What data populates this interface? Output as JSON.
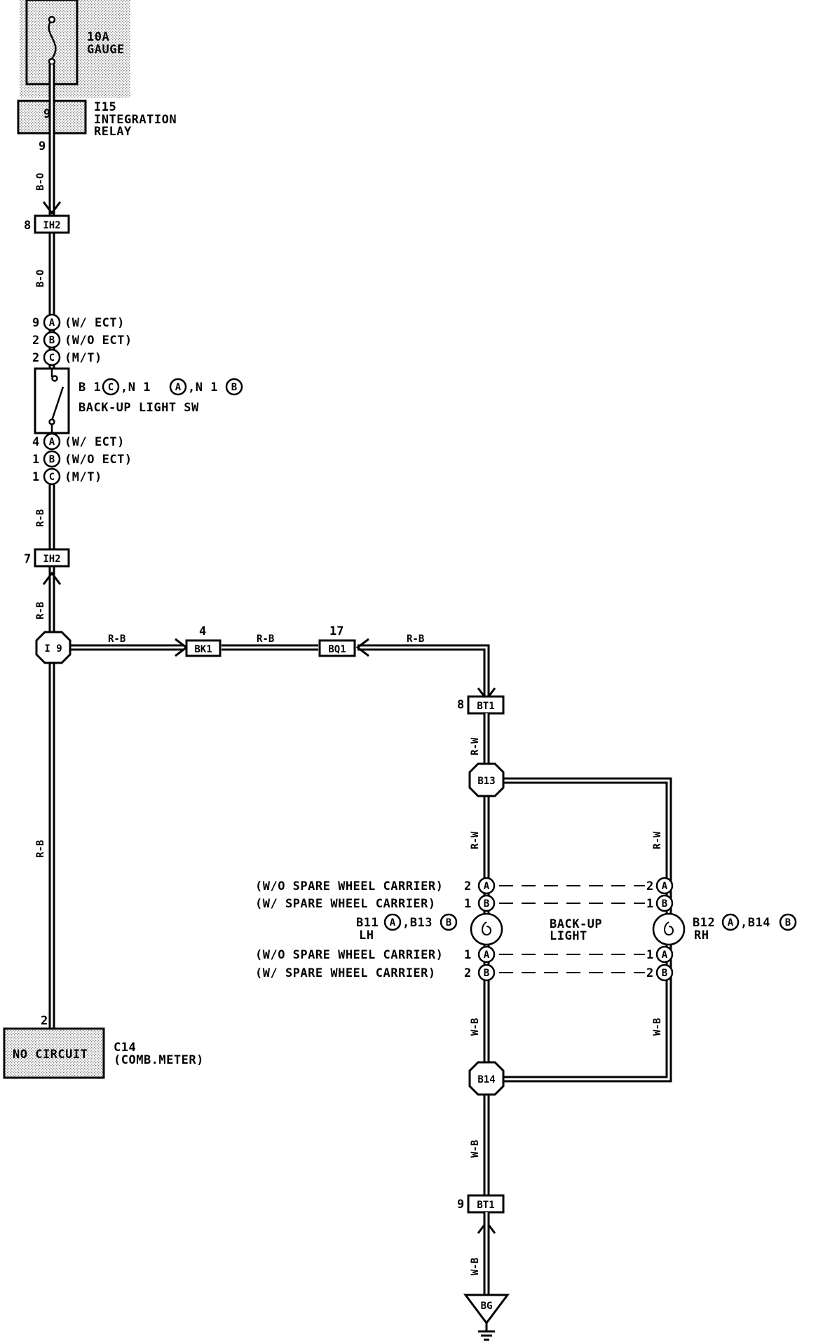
{
  "fuse": {
    "label1": "10A",
    "label2": "GAUGE"
  },
  "relay": {
    "pin": "9",
    "code": "I15",
    "name1": "INTEGRATION",
    "name2": "RELAY",
    "wire_pin": "9"
  },
  "wires": {
    "bo_1": "B-O",
    "bo_2": "B-O",
    "rb_1": "R-B",
    "rb_2": "R-B",
    "rb_3": "R-B",
    "rb_h1": "R-B",
    "rb_h2": "R-B",
    "rb_h3": "R-B",
    "rw_1": "R-W",
    "rw_2": "R-W",
    "rw_3": "R-W",
    "wb_1": "W-B",
    "wb_2": "W-B",
    "wb_3": "W-B",
    "wb_4": "W-B"
  },
  "connectors": {
    "ih2_top": {
      "pin": "8",
      "label": "IH2"
    },
    "ih2_bot": {
      "pin": "7",
      "label": "IH2"
    },
    "bk1": {
      "pin": "4",
      "label": "BK1"
    },
    "bq1": {
      "pin": "17",
      "label": "BQ1"
    },
    "bt1_top": {
      "pin": "8",
      "label": "BT1"
    },
    "bt1_bot": {
      "pin": "9",
      "label": "BT1"
    }
  },
  "switch": {
    "top_pins": [
      {
        "pin": "9",
        "letter": "A",
        "note": "(W/ ECT)"
      },
      {
        "pin": "2",
        "letter": "B",
        "note": "(W/O ECT)"
      },
      {
        "pin": "2",
        "letter": "C",
        "note": "(M/T)"
      }
    ],
    "bottom_pins": [
      {
        "pin": "4",
        "letter": "A",
        "note": "(W/ ECT)"
      },
      {
        "pin": "1",
        "letter": "B",
        "note": "(W/O ECT)"
      },
      {
        "pin": "1",
        "letter": "C",
        "note": "(M/T)"
      }
    ],
    "code_parts": [
      "B 1",
      "C",
      ",N 1",
      "A",
      ",N 1",
      "B"
    ],
    "name": "BACK-UP LIGHT SW"
  },
  "junctions": {
    "i9": "I 9",
    "b13": "B13",
    "b14": "B14",
    "bg": "BG"
  },
  "meter": {
    "pin": "2",
    "label": "NO CIRCUIT",
    "code": "C14",
    "name": "(COMB.METER)"
  },
  "lights": {
    "rows": [
      {
        "note": "(W/O SPARE WHEEL CARRIER)",
        "lpin": "2",
        "letter": "A",
        "rpin": "2"
      },
      {
        "note": "(W/ SPARE WHEEL CARRIER)",
        "lpin": "1",
        "letter": "B",
        "rpin": "1"
      },
      {
        "note": "(W/O SPARE WHEEL CARRIER)",
        "lpin": "1",
        "letter": "A",
        "rpin": "1"
      },
      {
        "note": "(W/ SPARE WHEEL CARRIER)",
        "lpin": "2",
        "letter": "B",
        "rpin": "2"
      }
    ],
    "lh_code": [
      "B11",
      "A",
      ",B13",
      "B"
    ],
    "lh_side": "LH",
    "rh_code": [
      "B12",
      "A",
      ",B14",
      "B"
    ],
    "rh_side": "RH",
    "center1": "BACK-UP",
    "center2": "LIGHT"
  }
}
